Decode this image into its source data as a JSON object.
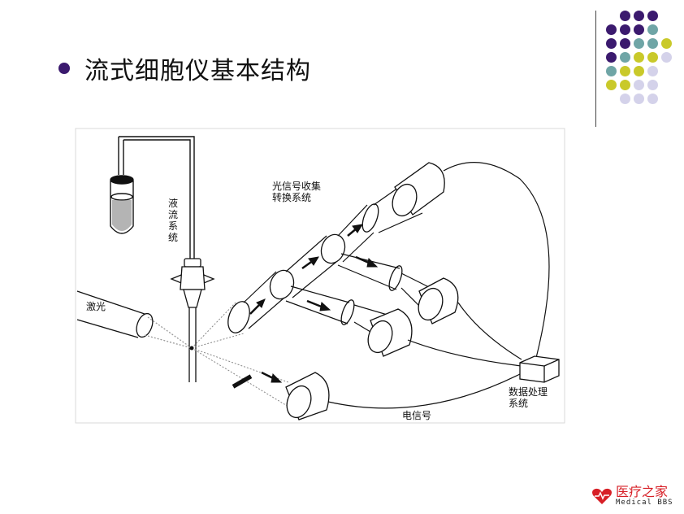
{
  "slide": {
    "title": "流式细胞仪基本结构"
  },
  "diagram": {
    "labels": {
      "fluid_system": "液流系统",
      "laser": "激光",
      "optical_collection": "光信号收集\n转换系统",
      "optical_collection_line1": "光信号收集",
      "optical_collection_line2": "转换系统",
      "data_processing_line1": "数据处理",
      "data_processing_line2": "系统",
      "electrical_signal": "电信号"
    }
  },
  "logo": {
    "chinese": "医疗之家",
    "english": "Medical BBS",
    "color": "#d71f26"
  },
  "decor": {
    "purple": "#3b1a6e",
    "teal": "#6fa5a6",
    "yellow": "#c9c92a",
    "lavender": "#d4d2ea"
  }
}
